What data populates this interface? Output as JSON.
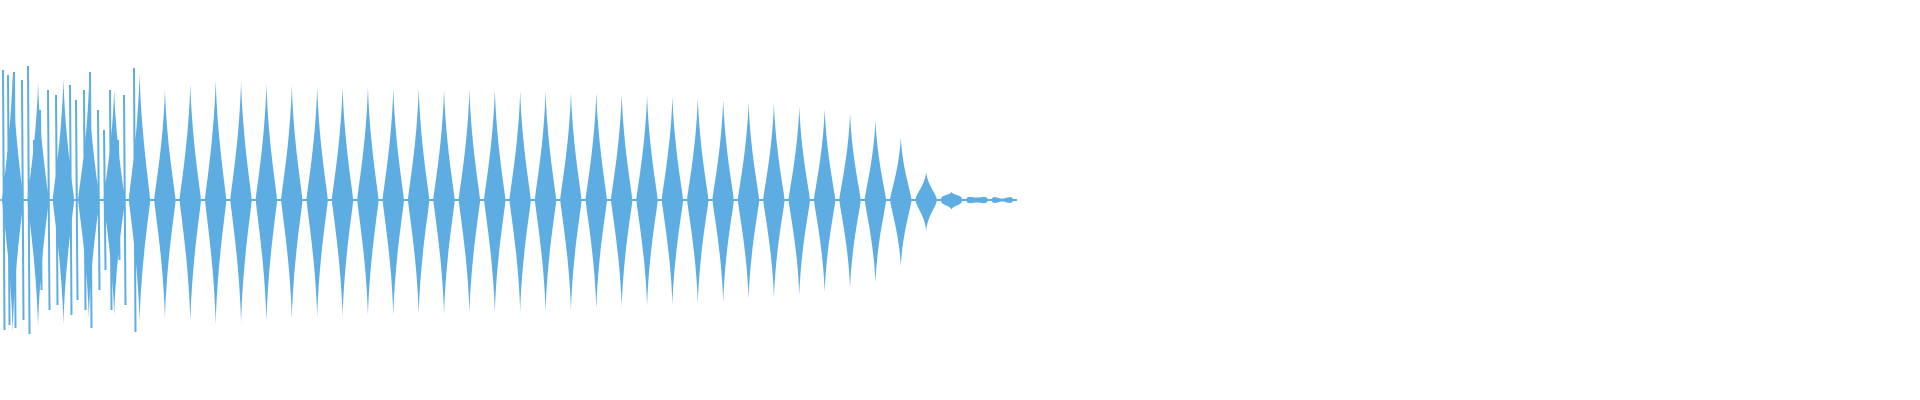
{
  "waveform": {
    "color": "#5dade2",
    "background": "#ffffff",
    "cycles": [
      {
        "peak": 0.93,
        "trough": 0.96
      },
      {
        "peak": 0.85,
        "trough": 0.92
      },
      {
        "peak": 0.88,
        "trough": 0.9
      },
      {
        "peak": 0.82,
        "trough": 0.86
      },
      {
        "peak": 0.8,
        "trough": 0.84
      },
      {
        "peak": 0.92,
        "trough": 0.88
      },
      {
        "peak": 0.8,
        "trough": 0.86
      },
      {
        "peak": 0.84,
        "trough": 0.88
      },
      {
        "peak": 0.87,
        "trough": 0.9
      },
      {
        "peak": 0.86,
        "trough": 0.89
      },
      {
        "peak": 0.84,
        "trough": 0.88
      },
      {
        "peak": 0.83,
        "trough": 0.86
      },
      {
        "peak": 0.82,
        "trough": 0.85
      },
      {
        "peak": 0.82,
        "trough": 0.85
      },
      {
        "peak": 0.82,
        "trough": 0.84
      },
      {
        "peak": 0.81,
        "trough": 0.84
      },
      {
        "peak": 0.81,
        "trough": 0.83
      },
      {
        "peak": 0.8,
        "trough": 0.83
      },
      {
        "peak": 0.8,
        "trough": 0.82
      },
      {
        "peak": 0.8,
        "trough": 0.82
      },
      {
        "peak": 0.79,
        "trough": 0.81
      },
      {
        "peak": 0.79,
        "trough": 0.81
      },
      {
        "peak": 0.78,
        "trough": 0.8
      },
      {
        "peak": 0.78,
        "trough": 0.79
      },
      {
        "peak": 0.77,
        "trough": 0.78
      },
      {
        "peak": 0.76,
        "trough": 0.77
      },
      {
        "peak": 0.75,
        "trough": 0.76
      },
      {
        "peak": 0.74,
        "trough": 0.75
      },
      {
        "peak": 0.73,
        "trough": 0.74
      },
      {
        "peak": 0.71,
        "trough": 0.72
      },
      {
        "peak": 0.7,
        "trough": 0.71
      },
      {
        "peak": 0.68,
        "trough": 0.69
      },
      {
        "peak": 0.66,
        "trough": 0.67
      },
      {
        "peak": 0.63,
        "trough": 0.64
      },
      {
        "peak": 0.58,
        "trough": 0.6
      },
      {
        "peak": 0.45,
        "trough": 0.48
      },
      {
        "peak": 0.2,
        "trough": 0.22
      },
      {
        "peak": 0.06,
        "trough": 0.07
      },
      {
        "peak": 0.02,
        "trough": 0.02
      },
      {
        "peak": 0.01,
        "trough": 0.01
      }
    ]
  }
}
